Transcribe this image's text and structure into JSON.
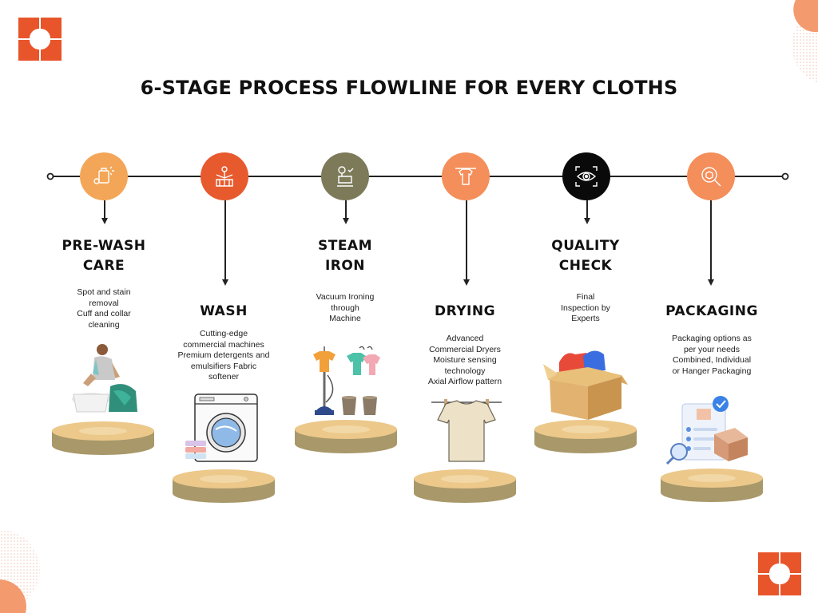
{
  "title": "6-STAGE PROCESS FLOWLINE FOR EVERY CLOTHS",
  "colors": {
    "orange": "#f0913e",
    "red_orange": "#e65a2e",
    "olive": "#7d7a5a",
    "black": "#0a0a0a",
    "brand": "#e8552b",
    "pedestal_top": "#ecc88a",
    "pedestal_side": "#a8986a"
  },
  "stages": [
    {
      "title_lines": [
        "PRE-WASH",
        "CARE"
      ],
      "desc_lines": [
        "Spot and stain",
        "removal",
        "Cuff and collar",
        "cleaning"
      ],
      "icon": "pre-wash-care-icon",
      "circle_color": "#f3a657"
    },
    {
      "title_lines": [
        "WASH"
      ],
      "desc_lines": [
        "Cutting-edge",
        "commercial machines",
        "Premium detergents and",
        "emulsifiers Fabric",
        "softener"
      ],
      "icon": "wash-icon",
      "circle_color": "#e65a2e"
    },
    {
      "title_lines": [
        "STEAM",
        "IRON"
      ],
      "desc_lines": [
        "Vacuum Ironing",
        "through",
        "Machine"
      ],
      "icon": "steam-iron-icon",
      "circle_color": "#7d7a5a"
    },
    {
      "title_lines": [
        "DRYING"
      ],
      "desc_lines": [
        "Advanced",
        "Commercial Dryers",
        "Moisture sensing",
        "technology",
        "Axial Airflow pattern"
      ],
      "icon": "drying-icon",
      "circle_color": "#f48e5a"
    },
    {
      "title_lines": [
        "QUALITY",
        "CHECK"
      ],
      "desc_lines": [
        "Final",
        "Inspection by",
        "Experts"
      ],
      "icon": "quality-check-icon",
      "circle_color": "#0a0a0a"
    },
    {
      "title_lines": [
        "PACKAGING"
      ],
      "desc_lines": [
        "Packaging options as",
        "per your needs",
        "Combined, Individual",
        "or Hanger Packaging"
      ],
      "icon": "packaging-icon",
      "circle_color": "#f48e5a"
    }
  ]
}
